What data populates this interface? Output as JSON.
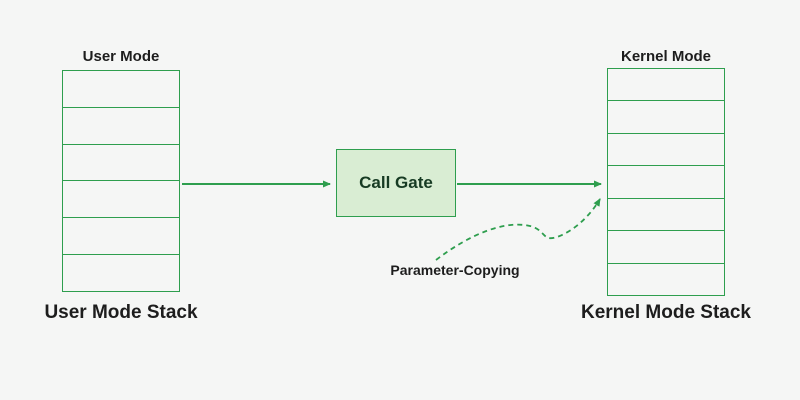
{
  "left_stack": {
    "top_label": "User Mode",
    "bottom_label": "User Mode Stack",
    "rows": 6
  },
  "right_stack": {
    "top_label": "Kernel Mode",
    "bottom_label": "Kernel Mode Stack",
    "rows": 7
  },
  "call_gate": {
    "label": "Call Gate"
  },
  "annotation": {
    "label": "Parameter-Copying"
  },
  "colors": {
    "background": "#f5f6f5",
    "stroke": "#2e9e4e",
    "call_gate_fill": "#d9edd3",
    "text": "#1d1d1d"
  }
}
